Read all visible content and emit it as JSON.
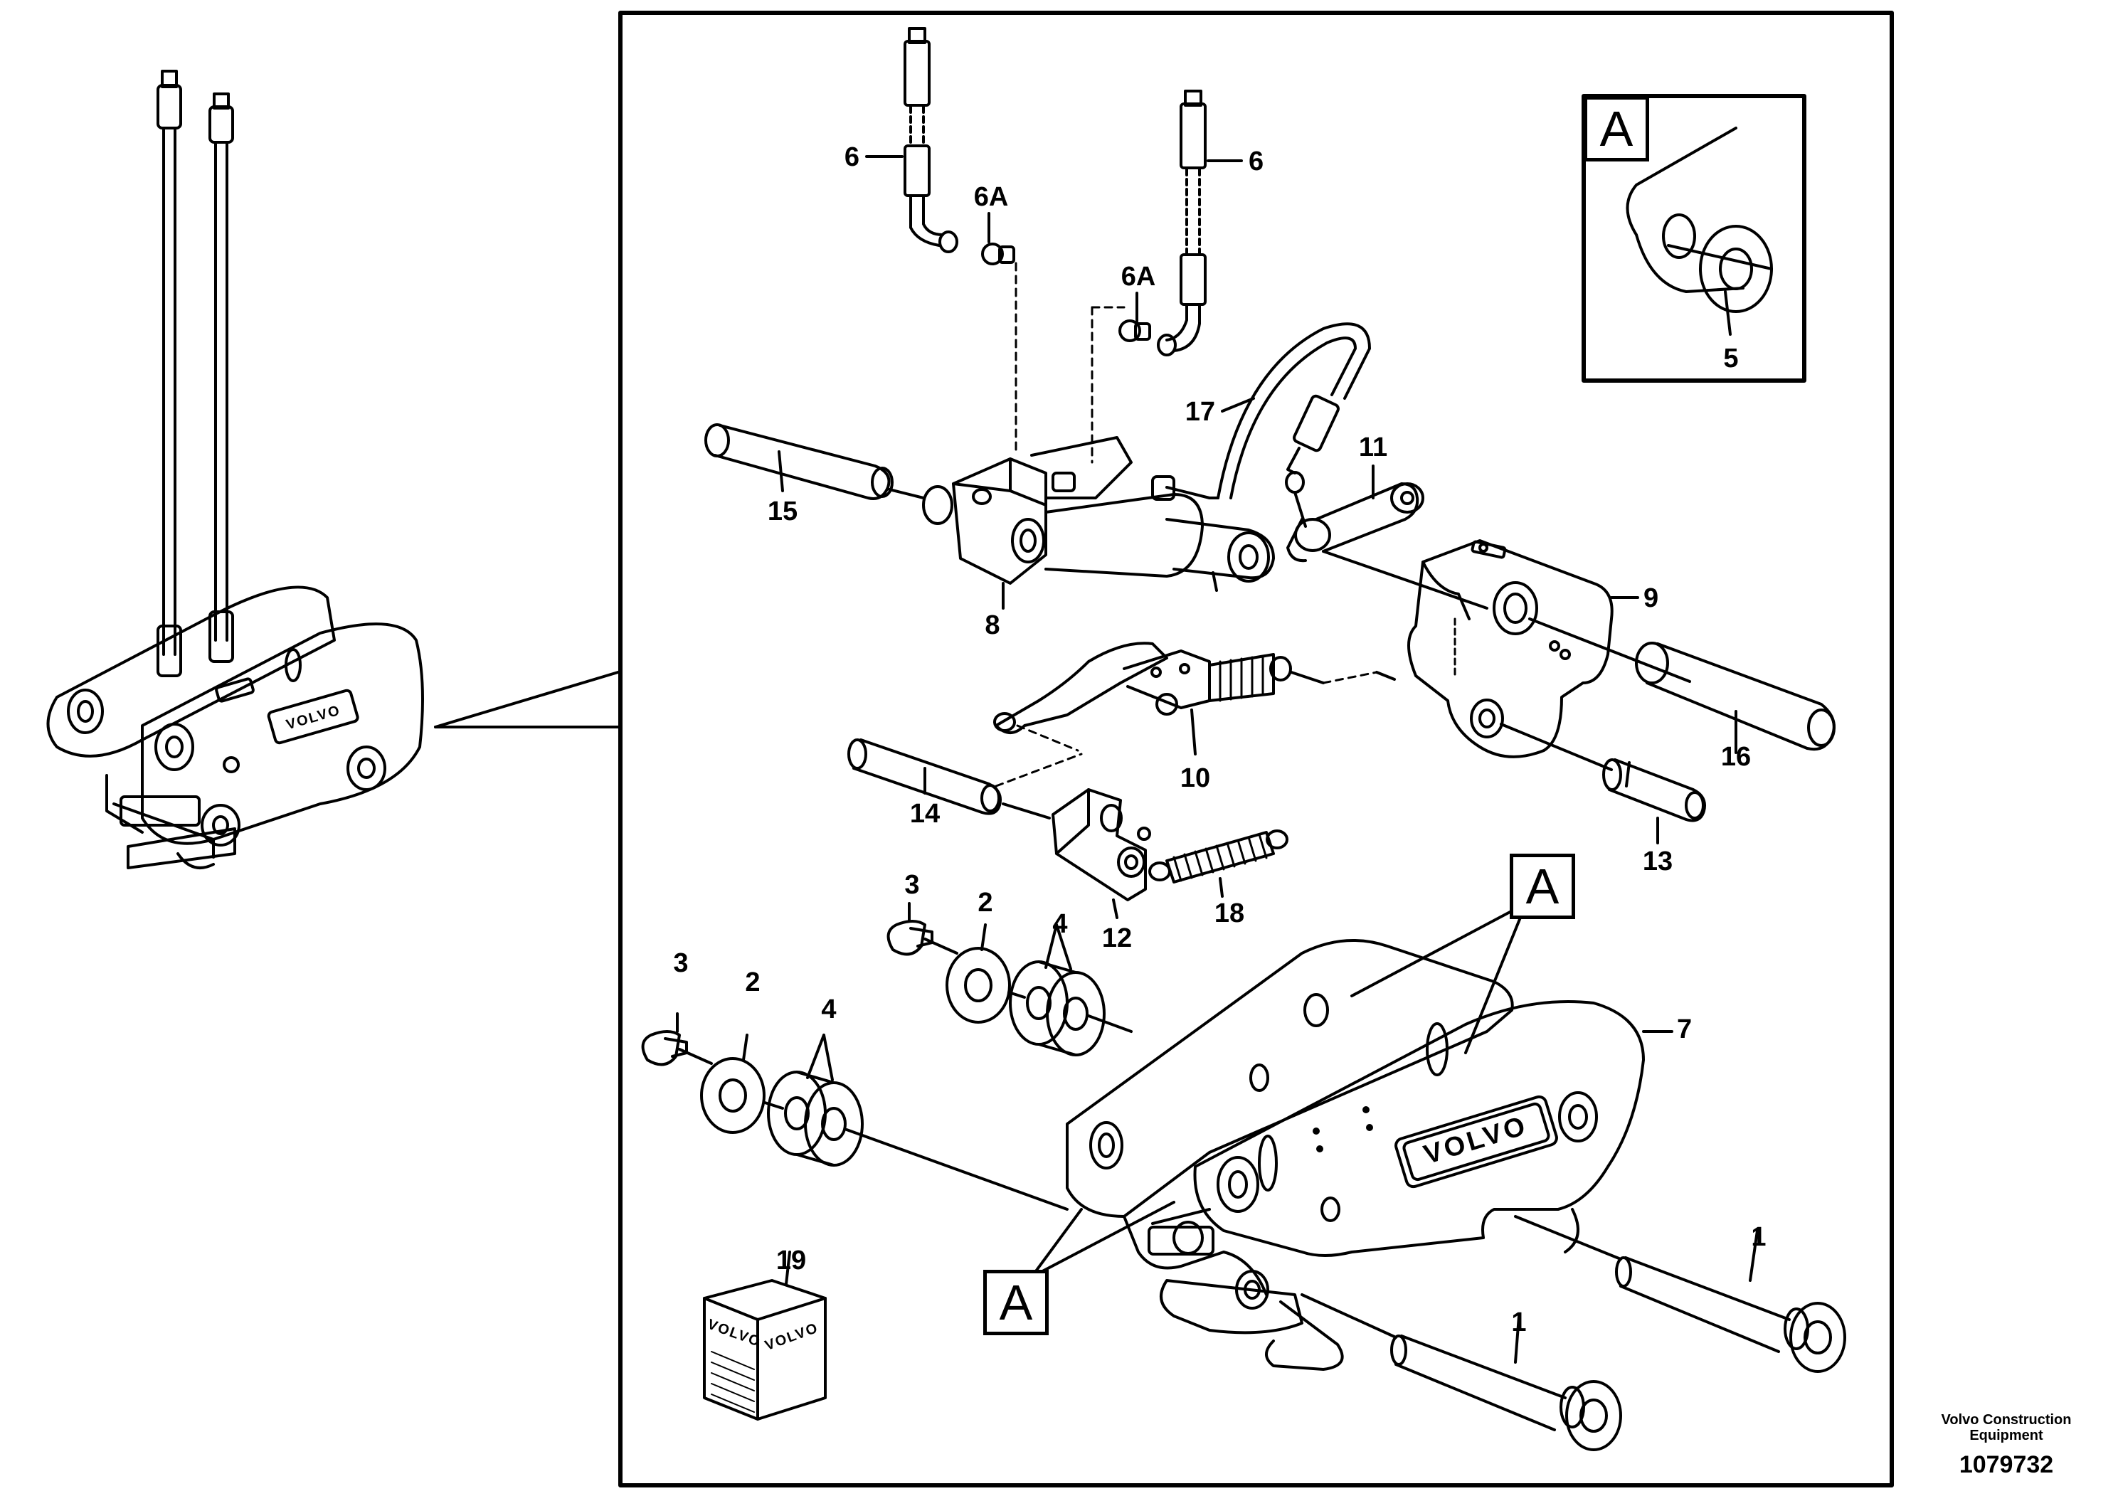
{
  "callouts": [
    {
      "id": "c6a",
      "text": "6"
    },
    {
      "id": "c6b",
      "text": "6"
    },
    {
      "id": "c6A1",
      "text": "6A"
    },
    {
      "id": "c6A2",
      "text": "6A"
    },
    {
      "id": "c17",
      "text": "17"
    },
    {
      "id": "c11",
      "text": "11"
    },
    {
      "id": "c15",
      "text": "15"
    },
    {
      "id": "c8",
      "text": "8"
    },
    {
      "id": "c9",
      "text": "9"
    },
    {
      "id": "c10",
      "text": "10"
    },
    {
      "id": "c16",
      "text": "16"
    },
    {
      "id": "c14",
      "text": "14"
    },
    {
      "id": "c13",
      "text": "13"
    },
    {
      "id": "c12",
      "text": "12"
    },
    {
      "id": "c18",
      "text": "18"
    },
    {
      "id": "c3a",
      "text": "3"
    },
    {
      "id": "c2a",
      "text": "2"
    },
    {
      "id": "c4a",
      "text": "4"
    },
    {
      "id": "c3b",
      "text": "3"
    },
    {
      "id": "c2b",
      "text": "2"
    },
    {
      "id": "c4b",
      "text": "4"
    },
    {
      "id": "c7",
      "text": "7"
    },
    {
      "id": "c1a",
      "text": "1"
    },
    {
      "id": "c1b",
      "text": "1"
    },
    {
      "id": "c19",
      "text": "19"
    },
    {
      "id": "c5",
      "text": "5"
    }
  ],
  "detail_letters": {
    "inset": "A",
    "upper": "A",
    "lower": "A"
  },
  "brand_marks": {
    "frame_logo": "VOLVO",
    "kit_logo": "VOLVO"
  },
  "footer": {
    "line1": "Volvo Construction",
    "line2": "Equipment",
    "number": "1079732"
  }
}
